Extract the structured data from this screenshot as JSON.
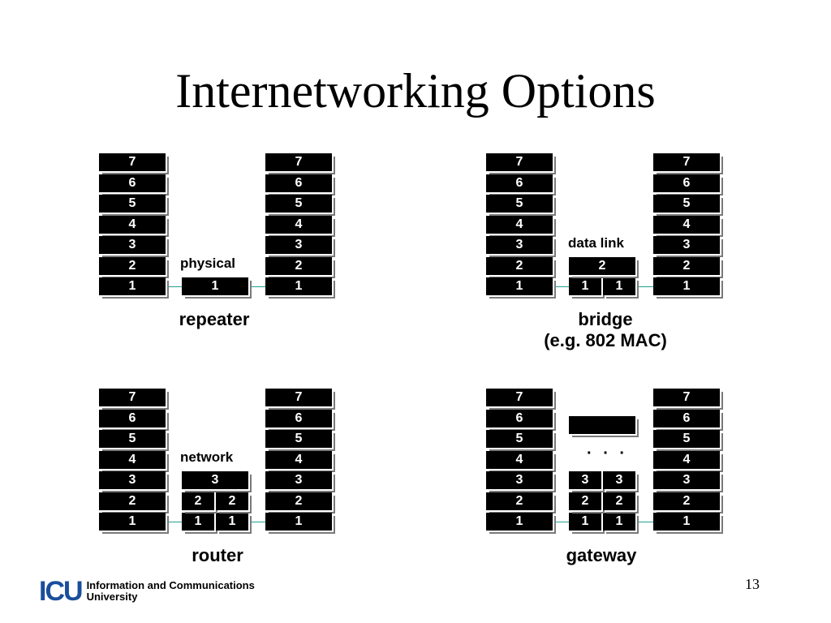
{
  "slide": {
    "title": "Internetworking Options",
    "page_number": "13",
    "logo": {
      "mark": "ICU",
      "line1": "Information and Communications",
      "line2": "University"
    }
  },
  "stack_layers": [
    "7",
    "6",
    "5",
    "4",
    "3",
    "2",
    "1"
  ],
  "quadrants": {
    "repeater": {
      "layer_label": "physical",
      "device": [
        [
          "1"
        ]
      ],
      "caption": [
        "repeater"
      ]
    },
    "bridge": {
      "layer_label": "data link",
      "device": [
        [
          "2"
        ],
        [
          "1",
          "1"
        ]
      ],
      "caption": [
        "bridge",
        "(e.g. 802 MAC)"
      ]
    },
    "router": {
      "layer_label": "network",
      "device": [
        [
          "3"
        ],
        [
          "2",
          "2"
        ],
        [
          "1",
          "1"
        ]
      ],
      "caption": [
        "router"
      ]
    },
    "gateway": {
      "layer_label": "· · ·",
      "device": [
        [
          "3",
          "3"
        ],
        [
          "2",
          "2"
        ],
        [
          "1",
          "1"
        ]
      ],
      "caption": [
        "gateway"
      ]
    }
  },
  "colors": {
    "wire": "#20a090",
    "box": "#000000",
    "shadow": "#7a7a7a",
    "logo": "#1a4e9c"
  }
}
